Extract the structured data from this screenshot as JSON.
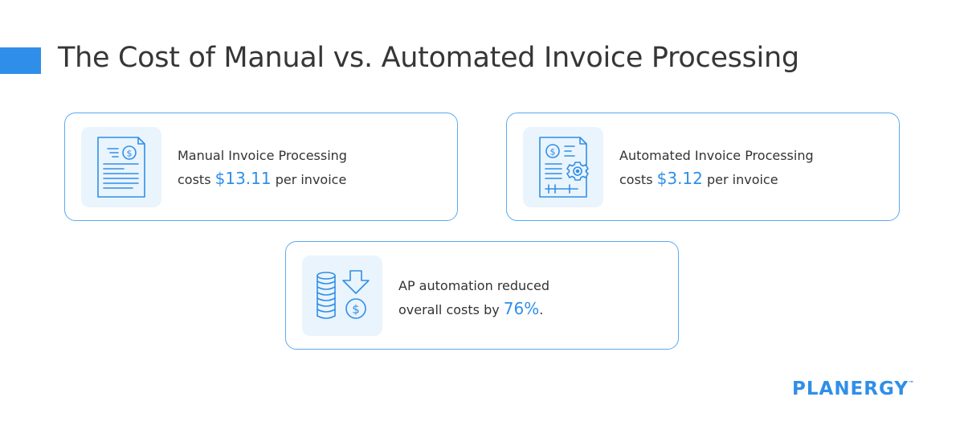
{
  "header": {
    "title": "The Cost of Manual vs. Automated Invoice Processing"
  },
  "cards": [
    {
      "icon": "manual-invoice-icon",
      "line1": "Manual Invoice Processing",
      "line2_prefix": "costs ",
      "value": "$13.11",
      "line2_suffix": " per invoice"
    },
    {
      "icon": "automated-invoice-icon",
      "line1": "Automated Invoice Processing",
      "line2_prefix": "costs ",
      "value": "$3.12",
      "line2_suffix": " per invoice"
    },
    {
      "icon": "cost-reduction-icon",
      "line1": "AP automation reduced",
      "line2_prefix": "overall costs by ",
      "value": "76%",
      "line2_suffix": "."
    }
  ],
  "logo": {
    "text": "PLANERGY",
    "trademark": "™"
  },
  "colors": {
    "accent": "#2f8fe8",
    "card_border": "#5aaaf0",
    "icon_tile_bg": "#eaf4fd",
    "text": "#333333"
  }
}
